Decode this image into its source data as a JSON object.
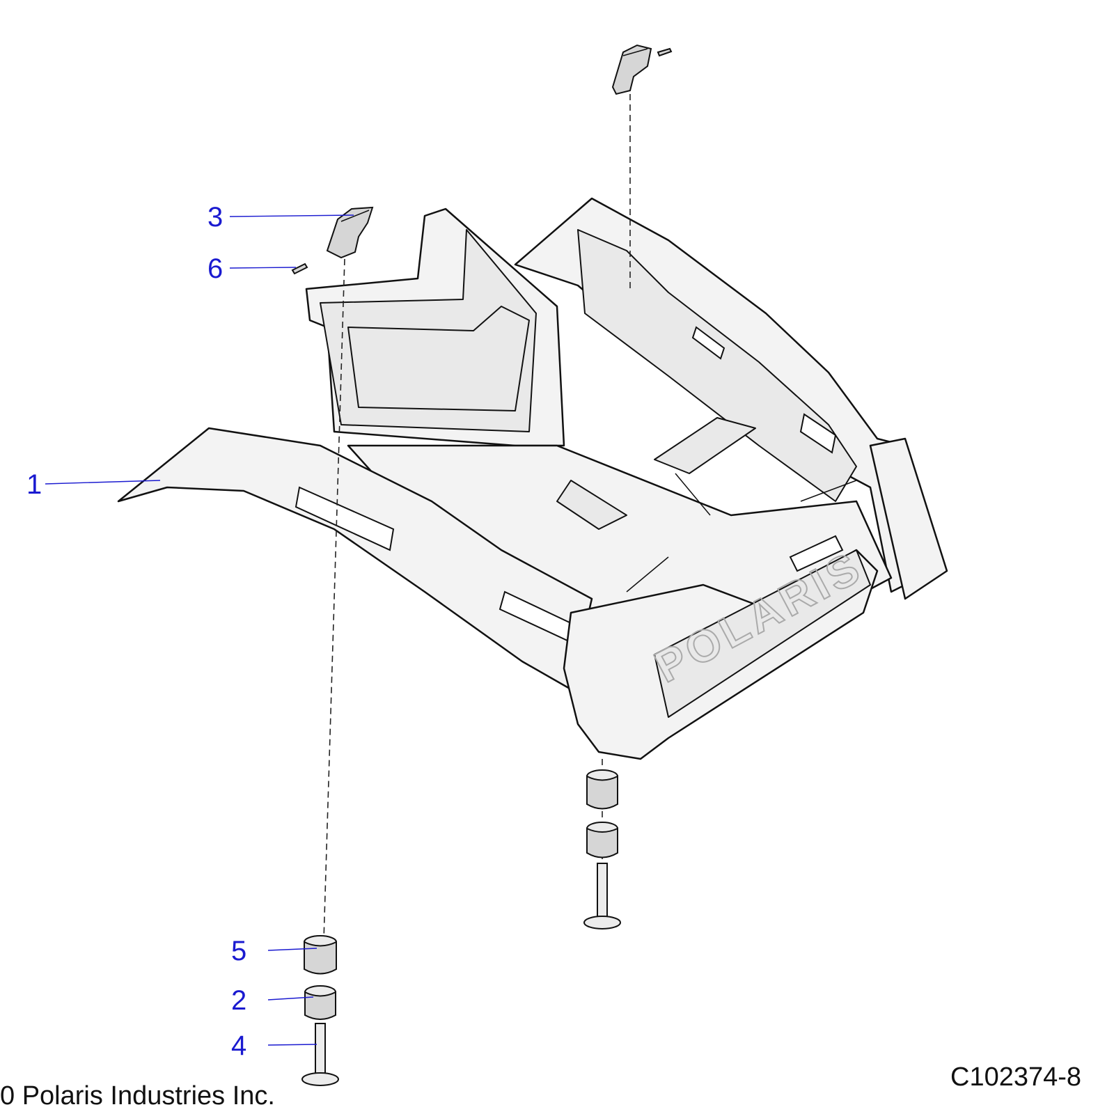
{
  "callouts": [
    {
      "id": "1",
      "label": "1"
    },
    {
      "id": "2",
      "label": "2"
    },
    {
      "id": "3",
      "label": "3"
    },
    {
      "id": "4",
      "label": "4"
    },
    {
      "id": "5",
      "label": "5"
    },
    {
      "id": "6",
      "label": "6"
    }
  ],
  "brand_mark": "POLARIS",
  "footer": {
    "copyright": "0 Polaris Industries Inc.",
    "drawing_number": "C102374-8"
  },
  "colors": {
    "callout": "#1a1ad0",
    "line": "#111111",
    "part_fill": "#f3f3f3"
  }
}
